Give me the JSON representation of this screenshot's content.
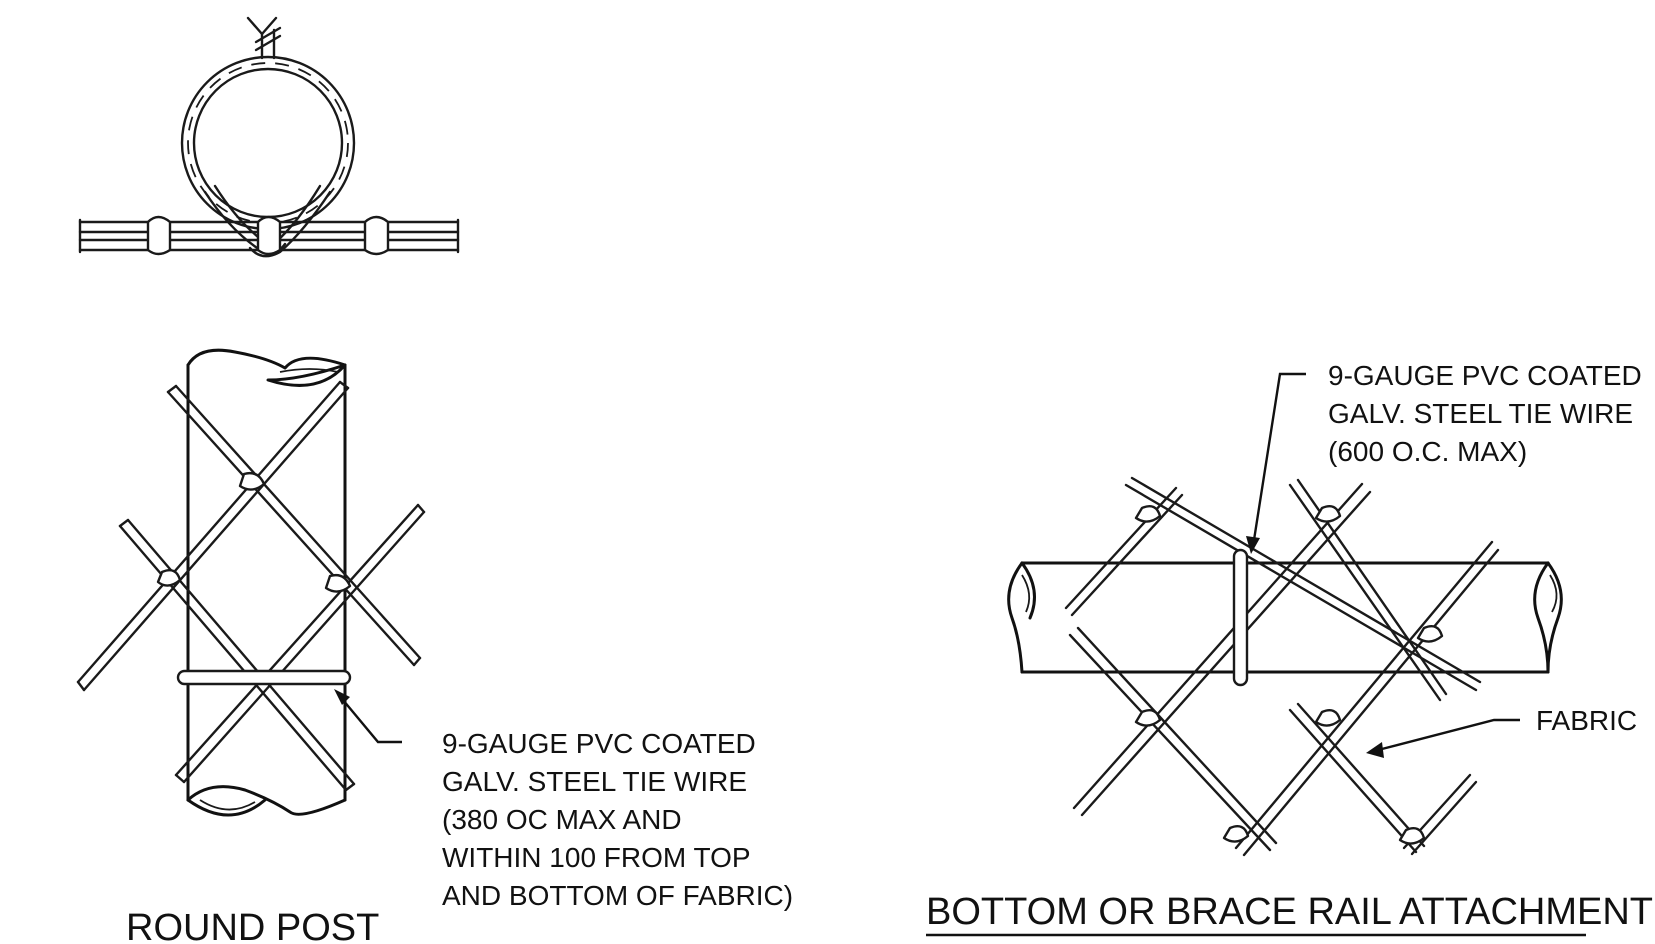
{
  "round_post": {
    "title": "ROUND POST",
    "tie_wire_note": [
      "9-GAUGE PVC COATED",
      "GALV. STEEL TIE WIRE",
      "(380 OC MAX AND",
      "WITHIN 100 FROM TOP",
      "AND BOTTOM OF FABRIC)"
    ]
  },
  "rail_attachment": {
    "title": "BOTTOM OR BRACE RAIL ATTACHMENT",
    "tie_wire_note": [
      "9-GAUGE PVC COATED",
      "GALV. STEEL TIE WIRE",
      "(600 O.C. MAX)"
    ],
    "fabric_label": "FABRIC"
  }
}
